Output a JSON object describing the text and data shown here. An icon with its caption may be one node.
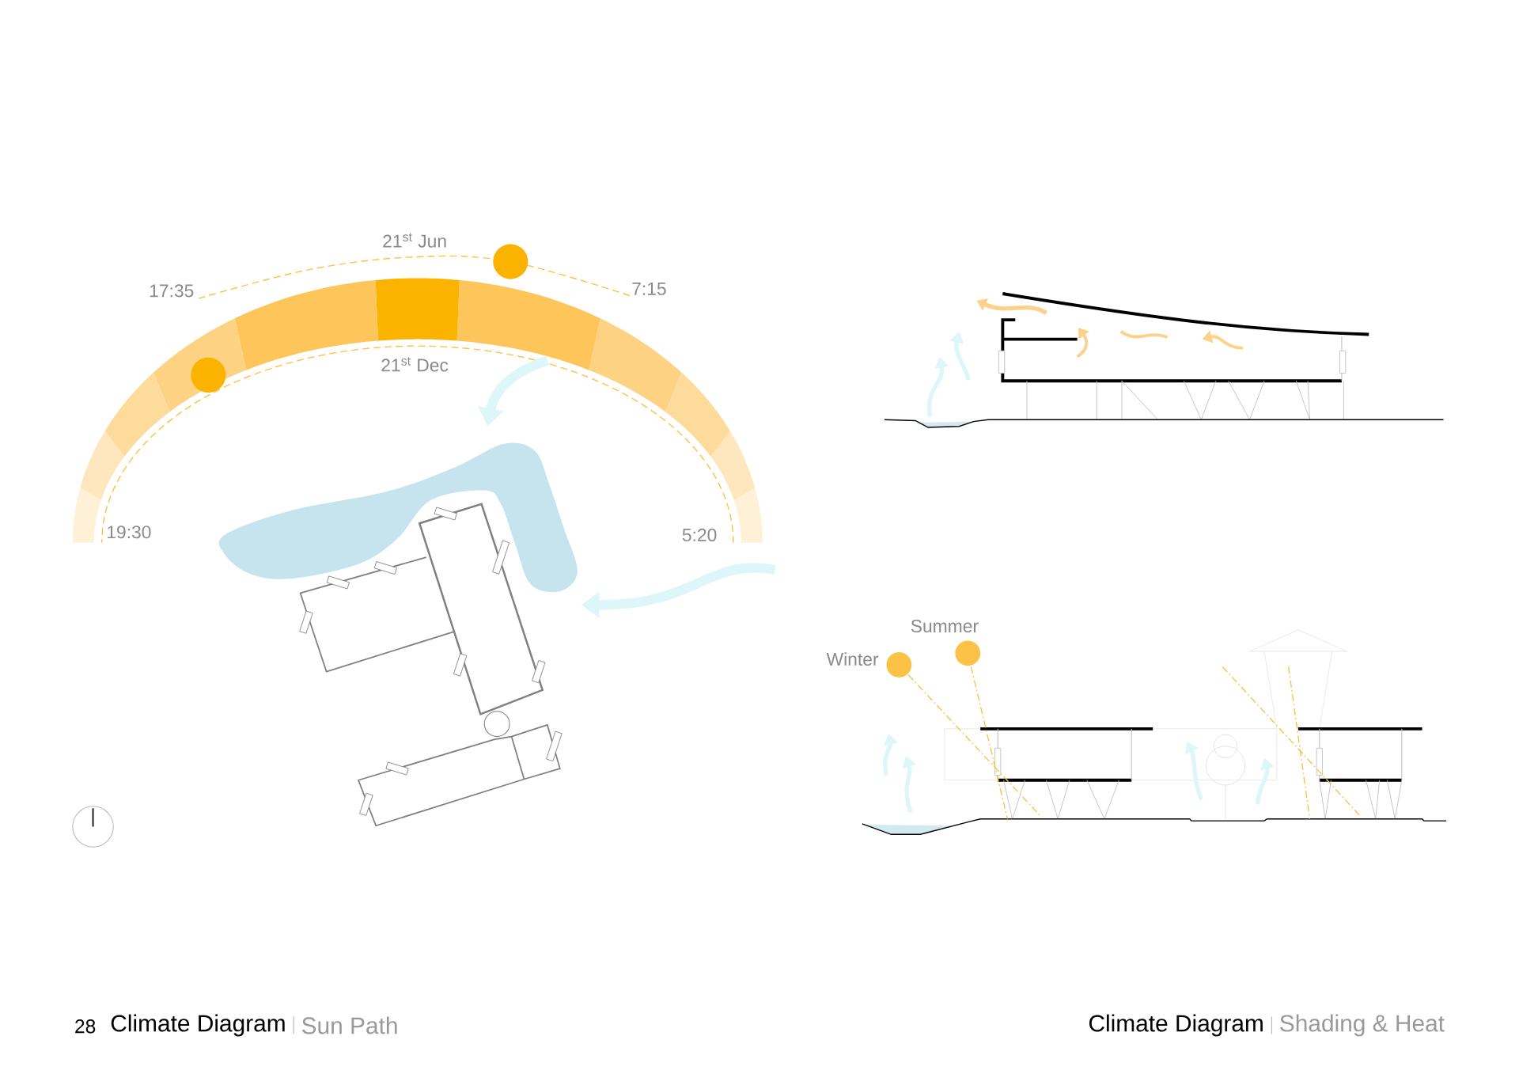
{
  "diagram": {
    "labels": [
      "21$^{st}$ Jun",
      "17:35",
      "7:15",
      "21$^{st}$ Dec",
      "19:30",
      "5:20",
      "Summer",
      "Winter",
      "28",
      "Climate Diagram",
      "Sun Path",
      "Climate Diagram",
      "Shading & Heat"
    ]
  }
}
